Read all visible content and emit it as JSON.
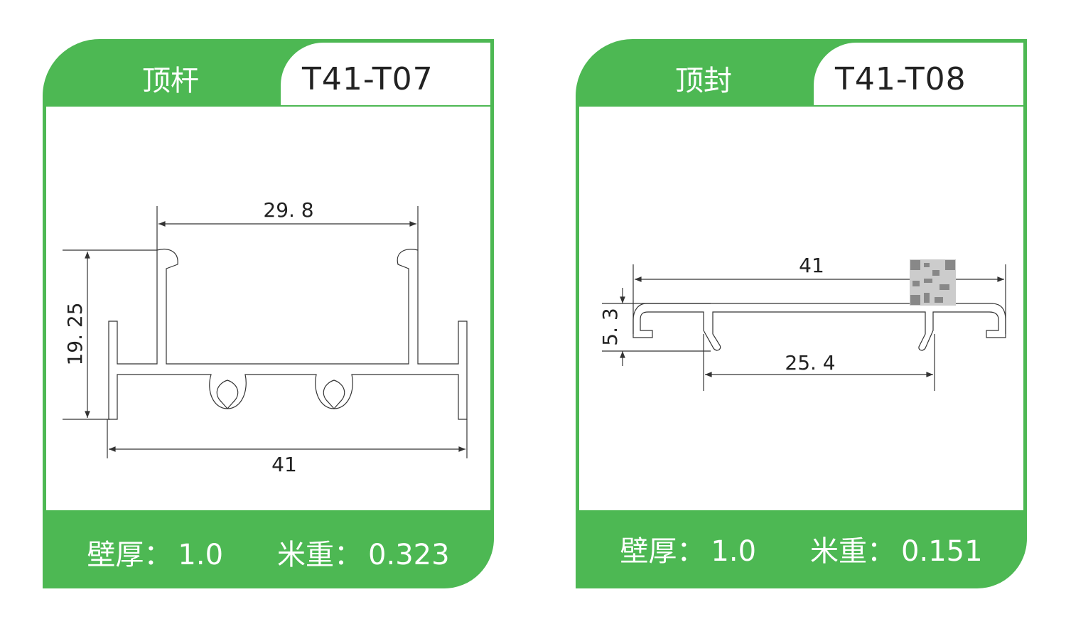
{
  "colors": {
    "brand_green": "#4db853"
  },
  "cards": [
    {
      "name": "顶杆",
      "code": "T41-T07",
      "dims": {
        "top": "29. 8",
        "height": "19. 25",
        "width": "41"
      },
      "wall_label": "壁厚：",
      "wall_value": "1.0",
      "weight_label": "米重：",
      "weight_value": "0.323"
    },
    {
      "name": "顶封",
      "code": "T41-T08",
      "dims": {
        "width": "41",
        "height": "5. 3",
        "inner": "25. 4"
      },
      "wall_label": "壁厚：",
      "wall_value": "1.0",
      "weight_label": "米重：",
      "weight_value": "0.151"
    }
  ]
}
